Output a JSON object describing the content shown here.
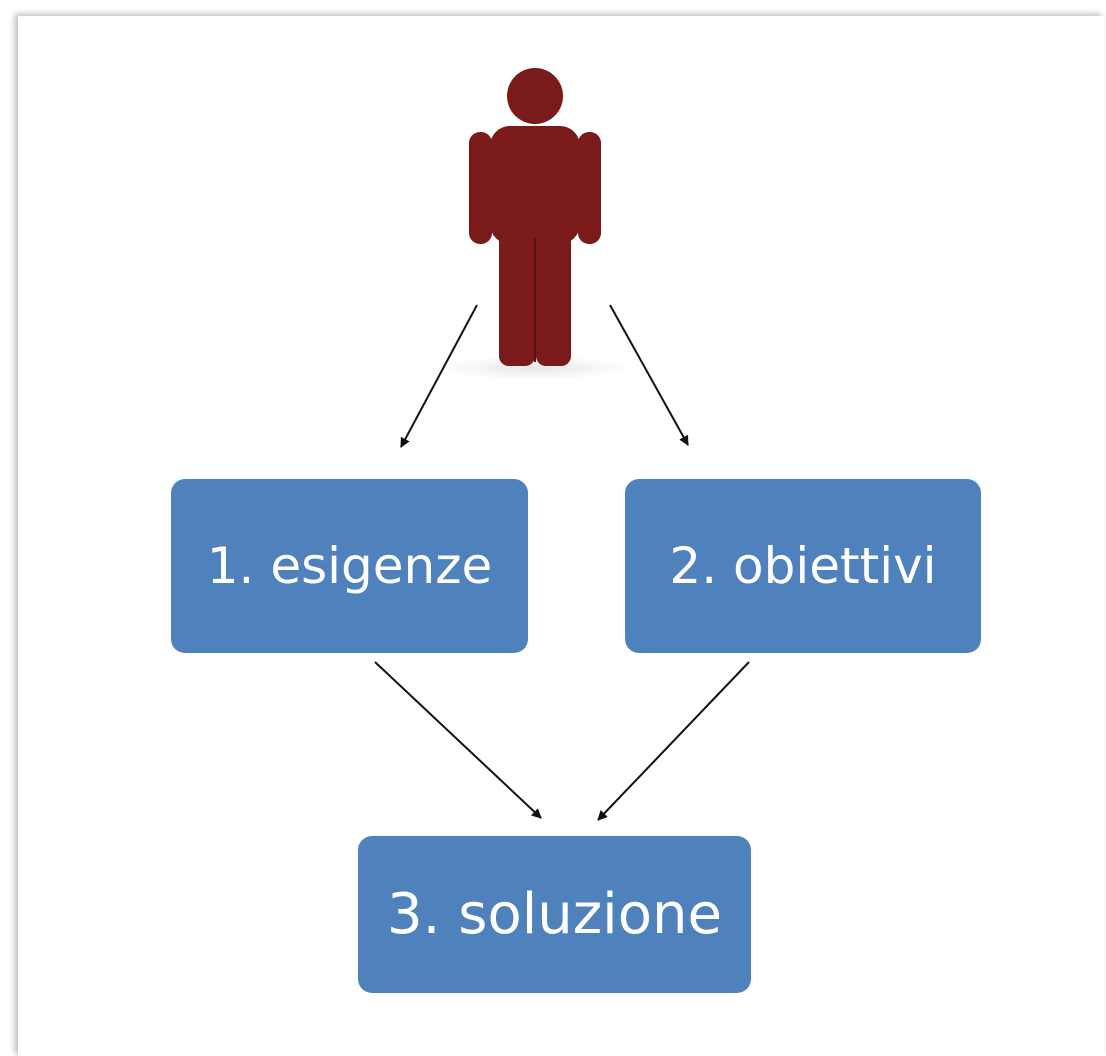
{
  "diagram": {
    "figure_icon": "person-icon",
    "colors": {
      "person": "#7b1a1a",
      "box_fill": "#4f81bd",
      "box_text": "#ffffff",
      "arrow": "#111111"
    },
    "nodes": [
      {
        "id": "esigenze",
        "label": "1. esigenze"
      },
      {
        "id": "obiettivi",
        "label": "2. obiettivi"
      },
      {
        "id": "soluzione",
        "label": "3. soluzione"
      }
    ],
    "edges": [
      {
        "from": "person",
        "to": "esigenze"
      },
      {
        "from": "person",
        "to": "obiettivi"
      },
      {
        "from": "esigenze",
        "to": "soluzione"
      },
      {
        "from": "obiettivi",
        "to": "soluzione"
      }
    ]
  }
}
